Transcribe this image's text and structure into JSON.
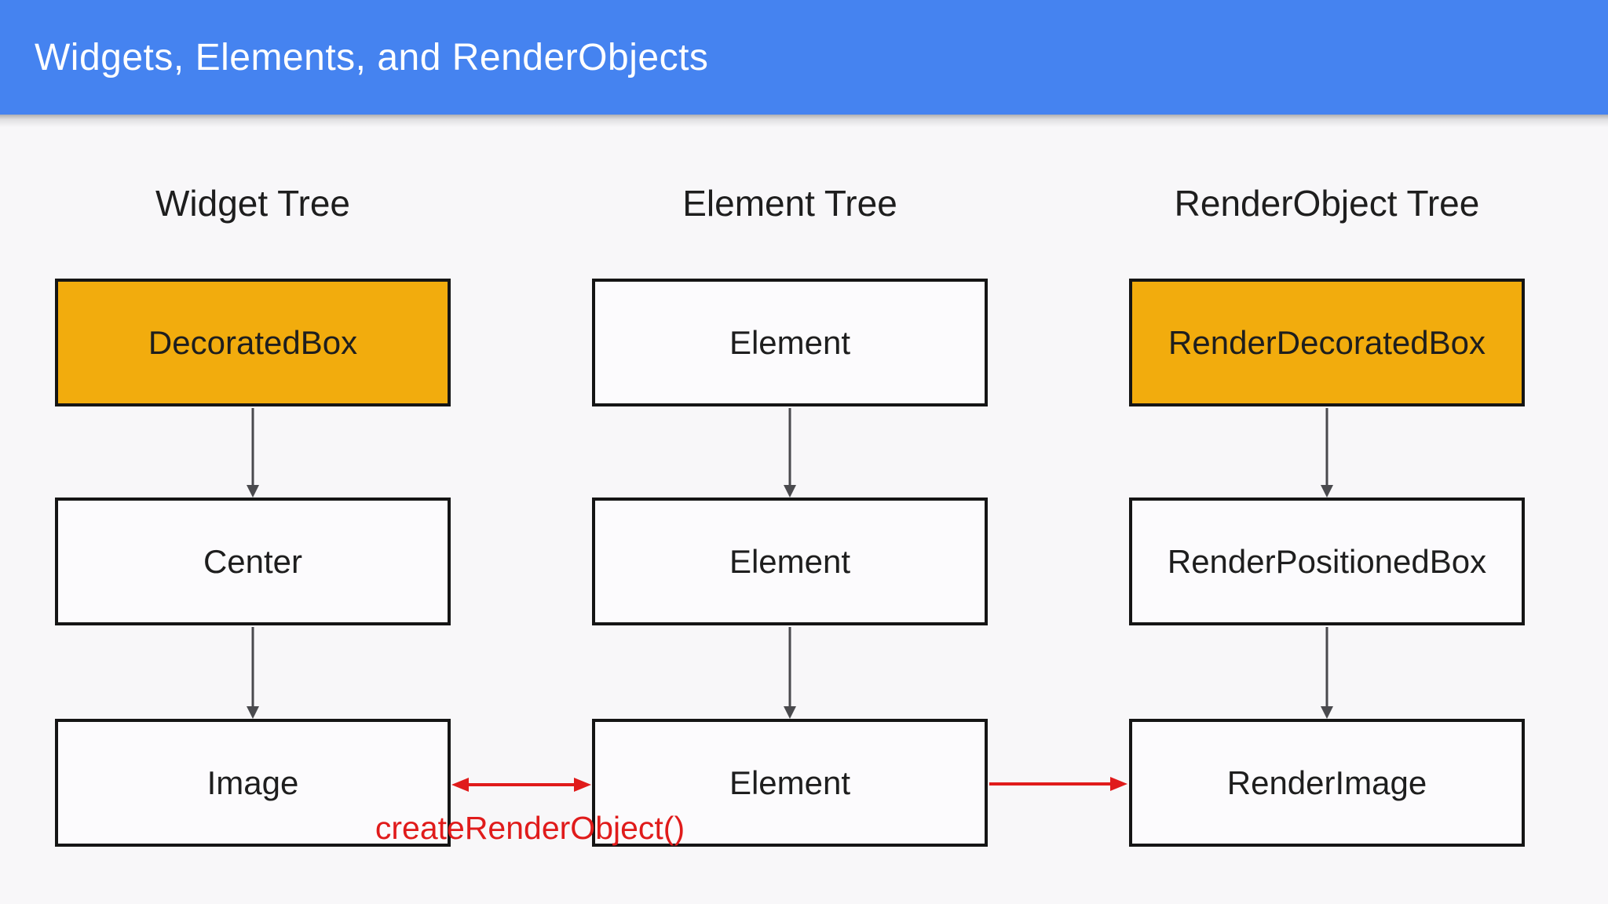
{
  "header": {
    "title": "Widgets, Elements, and RenderObjects",
    "background_color": "#4583F0",
    "text_color": "#FFFFFF"
  },
  "diagram": {
    "columns": [
      {
        "id": "widget-tree",
        "title": "Widget Tree",
        "nodes": [
          {
            "label": "DecoratedBox",
            "highlight": true
          },
          {
            "label": "Center",
            "highlight": false
          },
          {
            "label": "Image",
            "highlight": false
          }
        ]
      },
      {
        "id": "element-tree",
        "title": "Element Tree",
        "nodes": [
          {
            "label": "Element",
            "highlight": false
          },
          {
            "label": "Element",
            "highlight": false
          },
          {
            "label": "Element",
            "highlight": false
          }
        ]
      },
      {
        "id": "renderobject-tree",
        "title": "RenderObject Tree",
        "nodes": [
          {
            "label": "RenderDecoratedBox",
            "highlight": true
          },
          {
            "label": "RenderPositionedBox",
            "highlight": false
          },
          {
            "label": "RenderImage",
            "highlight": false
          }
        ]
      }
    ],
    "annotation": {
      "label": "createRenderObject()",
      "color": "#E01B1B"
    },
    "colors": {
      "highlight_fill": "#F2AC0D",
      "node_fill": "#FCFBFD",
      "node_border": "#151515",
      "tree_arrow": "#4A4A4E",
      "relation_arrow": "#E01B1B",
      "page_background": "#F8F7F9"
    }
  }
}
